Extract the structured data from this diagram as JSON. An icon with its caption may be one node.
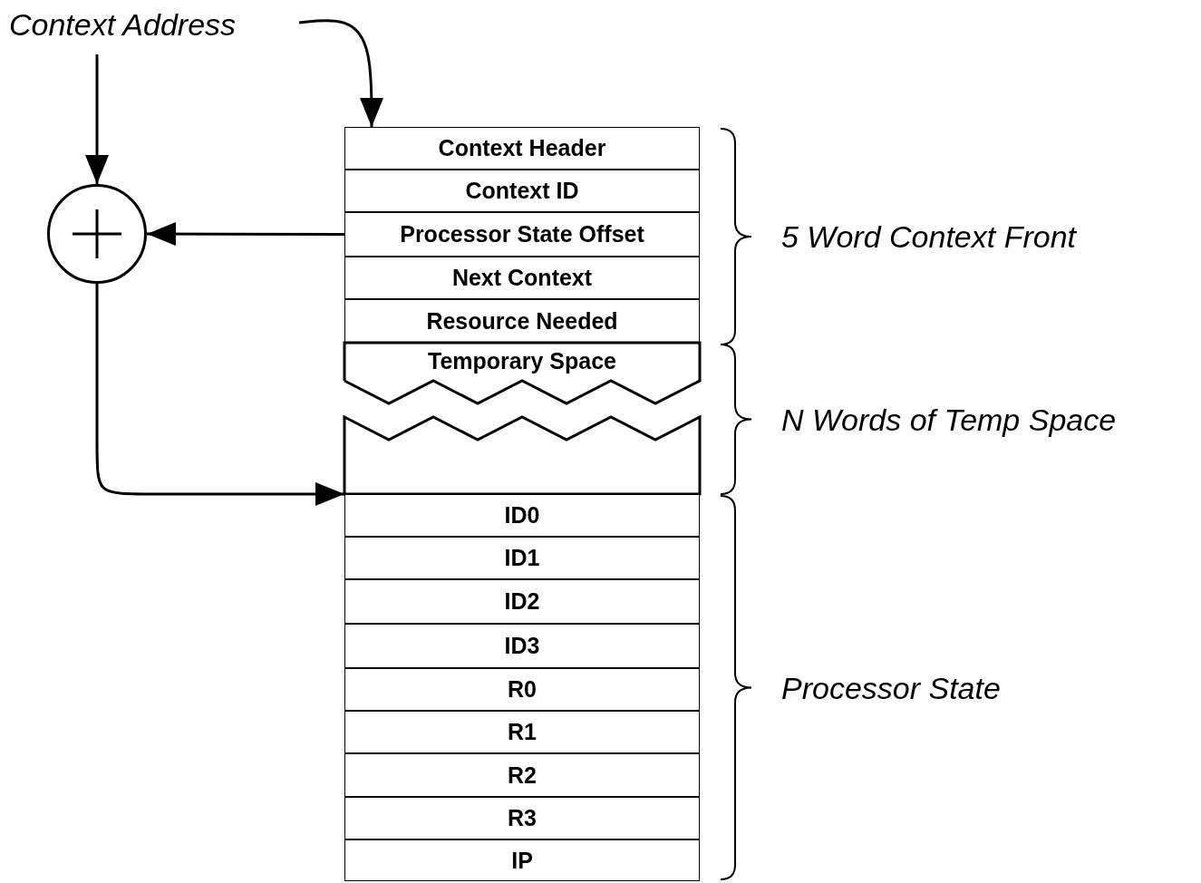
{
  "diagram": {
    "nodes": [
      {
        "text": [
          "Context Address"
        ]
      },
      {
        "text": [],
        "shape": "circle"
      },
      {
        "text": [
          "Context Header"
        ]
      },
      {
        "text": [
          "Context ID"
        ]
      },
      {
        "text": [
          "Processor State Offset"
        ]
      },
      {
        "text": [
          "Next Context"
        ]
      },
      {
        "text": [
          "Resource Needed"
        ]
      },
      {
        "text": [
          "Temporary Space"
        ]
      },
      {
        "text": [],
        "shape": "box"
      },
      {
        "text": [
          "ID0"
        ]
      },
      {
        "text": [
          "ID1"
        ]
      },
      {
        "text": [
          "ID2"
        ]
      },
      {
        "text": [
          "ID3"
        ]
      },
      {
        "text": [
          "R0"
        ]
      },
      {
        "text": [
          "R1"
        ]
      },
      {
        "text": [
          "R2"
        ]
      },
      {
        "text": [
          "R3"
        ]
      },
      {
        "text": [
          "IP"
        ]
      }
    ],
    "edges": [
      {
        "from": 0,
        "to": 2,
        "arrow": "to"
      },
      {
        "from": 0,
        "to": 1,
        "arrow": "to"
      },
      {
        "from": 4,
        "to": 1,
        "arrow": "to"
      },
      {
        "from": 1,
        "to": 9,
        "arrow": "to"
      }
    ],
    "labels": [
      "5 Word Context Front",
      "N Words of Temp Space",
      "Processor State"
    ]
  }
}
